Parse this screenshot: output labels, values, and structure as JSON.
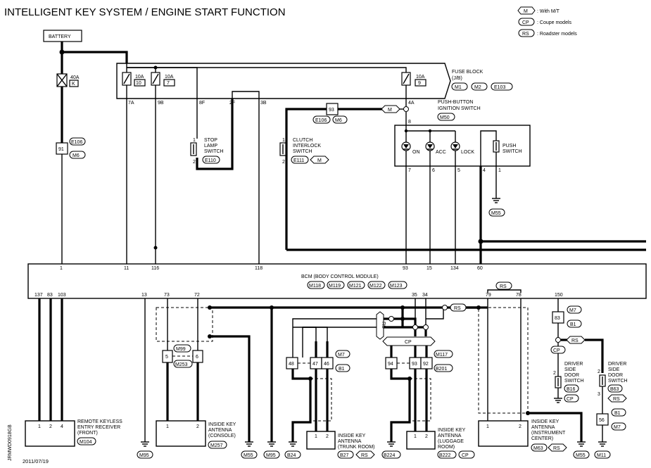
{
  "title": "INTELLIGENT KEY SYSTEM / ENGINE START FUNCTION",
  "legend": [
    {
      "tag": "M",
      "text": ": With M/T"
    },
    {
      "tag": "CP",
      "text": ": Coupe models"
    },
    {
      "tag": "RS",
      "text": ": Roadster models"
    }
  ],
  "battery": "BATTERY",
  "fuse_40a": {
    "rating": "40A",
    "id": "K"
  },
  "fuse_10a_10": {
    "rating": "10A",
    "id": "10"
  },
  "fuse_10a_7": {
    "rating": "10A",
    "id": "7"
  },
  "fuse_10a_9": {
    "rating": "10A",
    "id": "9"
  },
  "fuse_block": {
    "line1": "FUSE BLOCK",
    "line2": "(J/B)",
    "c1": "M1",
    "c2": "M2",
    "c3": "E103"
  },
  "fuse_terms": {
    "t7a": "7A",
    "t9b": "9B",
    "t8f": "8F",
    "t2f": "2F",
    "t3b": "3B",
    "t4a": "4A"
  },
  "stop_lamp": {
    "line1": "STOP",
    "line2": "LAMP",
    "line3": "SWITCH",
    "conn": "E110",
    "p1": "1",
    "p2": "2"
  },
  "clutch": {
    "line1": "CLUTCH",
    "line2": "INTERLOCK",
    "line3": "SWITCH",
    "conn": "E111",
    "tag": "M",
    "p1": "1",
    "p2": "2"
  },
  "joint_91": {
    "num": "91",
    "c1": "E106",
    "c2": "M6"
  },
  "joint_93": {
    "num": "93",
    "c1": "E106",
    "c2": "M6",
    "tag": "M"
  },
  "push_button": {
    "line1": "PUSH-BUTTON",
    "line2": "IGNITION SWITCH",
    "conn": "M50",
    "pin8": "8",
    "on": "ON",
    "acc": "ACC",
    "lock": "LOCK",
    "push1": "PUSH",
    "push2": "SWITCH",
    "p7": "7",
    "p6": "6",
    "p5": "5",
    "p4": "4",
    "p1": "1",
    "ground": "M55"
  },
  "bcm": {
    "line1": "BCM (BODY CONTROL MODULE)",
    "conns": [
      "M118",
      "M119",
      "M121",
      "M122",
      "M123"
    ],
    "top_pins": [
      "1",
      "11",
      "116",
      "118",
      "93",
      "15",
      "134",
      "60"
    ],
    "bottom_pins": [
      "137",
      "83",
      "103",
      "13",
      "73",
      "72",
      "35",
      "34",
      "79",
      "78",
      "150"
    ],
    "rs_tag": "RS"
  },
  "joint_m99": {
    "c1": "M99",
    "c2": "M253",
    "p5": "5",
    "p6": "6"
  },
  "joint_48": {
    "a": "48",
    "b": "47",
    "c": "46",
    "c1": "M7",
    "c2": "B1"
  },
  "joint_94": {
    "a": "94",
    "b": "93",
    "c": "92",
    "c1": "M117",
    "c2": "B201"
  },
  "cp_tag": "CP",
  "rs_tag": "RS",
  "rke": {
    "line1": "REMOTE KEYLESS",
    "line2": "ENTRY RECEIVER",
    "line3": "(FRONT)",
    "conn": "M104",
    "p1": "1",
    "p2": "2",
    "p4": "4"
  },
  "ant_console": {
    "line1": "INSIDE KEY",
    "line2": "ANTENNA",
    "line3": "(CONSOLE)",
    "conn": "M257",
    "p1": "1",
    "p2": "2"
  },
  "ant_trunk": {
    "line1": "INSIDE KEY",
    "line2": "ANTENNA",
    "line3": "(TRUNK ROOM)",
    "conn": "B27",
    "tag": "RS",
    "p1": "1",
    "p2": "2"
  },
  "ant_luggage": {
    "line1": "INSIDE KEY",
    "line2": "ANTENNA",
    "line3": "(LUGGAGE",
    "line4": "ROOM)",
    "conn": "B222",
    "tag": "CP",
    "p1": "1",
    "p2": "2"
  },
  "ant_instrument": {
    "line1": "INSIDE KEY",
    "line2": "ANTENNA",
    "line3": "(INSTRUMENT",
    "line4": "CENTER)",
    "conn": "M63",
    "tag": "RS",
    "p1": "1",
    "p2": "2"
  },
  "door_sw_cp": {
    "line1": "DRIVER",
    "line2": "SIDE",
    "line3": "DOOR",
    "line4": "SWITCH",
    "conn": "B16",
    "tag": "CP",
    "pin": "2"
  },
  "door_sw_rs": {
    "line1": "DRIVER",
    "line2": "SIDE",
    "line3": "DOOR",
    "line4": "SWITCH",
    "conn": "B63",
    "tag": "RS",
    "pin2": "2",
    "pin3": "3"
  },
  "joint_83": {
    "num": "83",
    "c1": "M7",
    "c2": "B1"
  },
  "joint_56": {
    "num": "56",
    "c1": "B1",
    "c2": "M7"
  },
  "grounds": [
    "M95",
    "M55",
    "M95",
    "B24",
    "B224",
    "M55",
    "M11"
  ],
  "date": "2011/07/19",
  "code": "JRMWD0918GB"
}
